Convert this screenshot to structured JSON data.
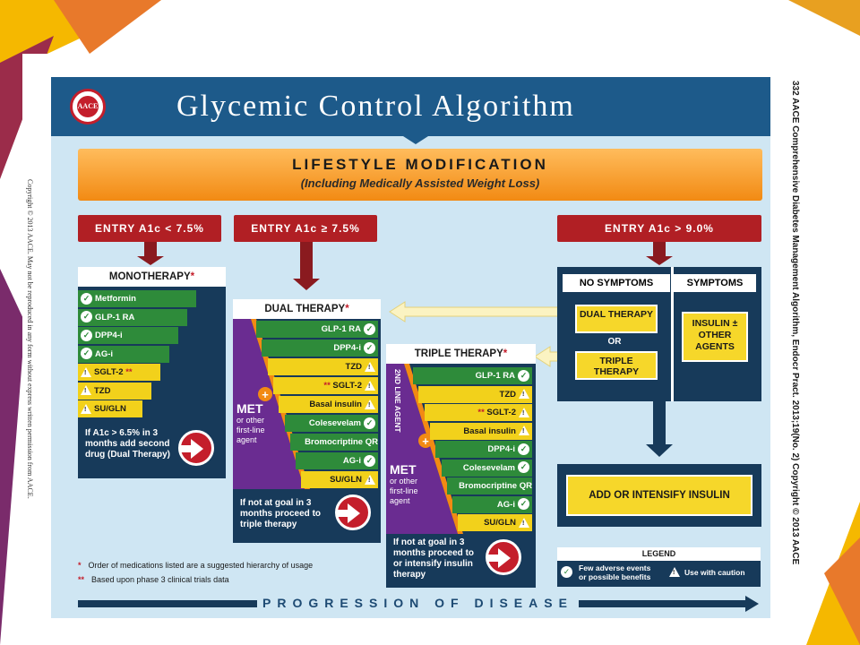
{
  "header": {
    "title": "Glycemic Control Algorithm",
    "logo_text": "AACE"
  },
  "lifestyle": {
    "line1": "LIFESTYLE MODIFICATION",
    "line2": "(Including Medically Assisted Weight Loss)"
  },
  "entries": {
    "low": "ENTRY A1c < 7.5%",
    "mid": "ENTRY A1c ≥ 7.5%",
    "high": "ENTRY A1c > 9.0%"
  },
  "monotherapy": {
    "title": "MONOTHERAPY",
    "items": [
      {
        "label": "Metformin",
        "kind": "good",
        "asterisk": ""
      },
      {
        "label": "GLP-1 RA",
        "kind": "good",
        "asterisk": ""
      },
      {
        "label": "DPP4-i",
        "kind": "good",
        "asterisk": ""
      },
      {
        "label": "AG-i",
        "kind": "good",
        "asterisk": ""
      },
      {
        "label": "SGLT-2",
        "kind": "caution",
        "asterisk": "**"
      },
      {
        "label": "TZD",
        "kind": "caution",
        "asterisk": ""
      },
      {
        "label": "SU/GLN",
        "kind": "caution",
        "asterisk": ""
      }
    ],
    "footer": "If A1c > 6.5% in 3 months add second drug (Dual Therapy)"
  },
  "dual": {
    "title": "DUAL THERAPY",
    "met_big": "MET",
    "met_small": "or other first-line agent",
    "items": [
      {
        "label": "GLP-1 RA",
        "kind": "good",
        "asterisk": ""
      },
      {
        "label": "DPP4-i",
        "kind": "good",
        "asterisk": ""
      },
      {
        "label": "TZD",
        "kind": "caution",
        "asterisk": ""
      },
      {
        "label": "SGLT-2",
        "kind": "caution",
        "asterisk": "**"
      },
      {
        "label": "Basal insulin",
        "kind": "caution",
        "asterisk": ""
      },
      {
        "label": "Colesevelam",
        "kind": "good",
        "asterisk": ""
      },
      {
        "label": "Bromocriptine QR",
        "kind": "good",
        "asterisk": ""
      },
      {
        "label": "AG-i",
        "kind": "good",
        "asterisk": ""
      },
      {
        "label": "SU/GLN",
        "kind": "caution",
        "asterisk": ""
      }
    ],
    "footer": "If not at goal in 3 months proceed to triple therapy"
  },
  "triple": {
    "title": "TRIPLE THERAPY",
    "second_line": "2ND LINE AGENT",
    "met_big": "MET",
    "met_small": "or other first-line agent",
    "items": [
      {
        "label": "GLP-1 RA",
        "kind": "good",
        "asterisk": ""
      },
      {
        "label": "TZD",
        "kind": "caution",
        "asterisk": ""
      },
      {
        "label": "SGLT-2",
        "kind": "caution",
        "asterisk": "**"
      },
      {
        "label": "Basal insulin",
        "kind": "caution",
        "asterisk": ""
      },
      {
        "label": "DPP4-i",
        "kind": "good",
        "asterisk": ""
      },
      {
        "label": "Colesevelam",
        "kind": "good",
        "asterisk": ""
      },
      {
        "label": "Bromocriptine QR",
        "kind": "good",
        "asterisk": ""
      },
      {
        "label": "AG-i",
        "kind": "good",
        "asterisk": ""
      },
      {
        "label": "SU/GLN",
        "kind": "caution",
        "asterisk": ""
      }
    ],
    "footer": "If not at goal in 3 months proceed to or intensify insulin therapy"
  },
  "high_entry": {
    "no_symptoms": "NO SYMPTOMS",
    "symptoms": "SYMPTOMS",
    "dual_box": "DUAL THERAPY",
    "or": "OR",
    "triple_box": "TRIPLE THERAPY",
    "insulin_box": "INSULIN ± OTHER AGENTS",
    "add_insulin": "ADD OR INTENSIFY INSULIN"
  },
  "notes": {
    "n1_mark": "*",
    "n1": "Order of medications listed are a suggested hierarchy of usage",
    "n2_mark": "**",
    "n2": "Based upon phase 3 clinical trials data"
  },
  "legend": {
    "title": "LEGEND",
    "good": "Few adverse events or possible benefits",
    "caution": "Use with caution"
  },
  "progression": "PROGRESSION OF DISEASE",
  "side_left": "Copyright © 2013 AACE. May not be reproduced in any form without express written permission from AACE.",
  "side_right": "332 AACE Comprehensive Diabetes Management Algorithm, Endocr Pract. 2013;19(No. 2) Copyright © 2013 AACE",
  "colors": {
    "navy": "#1d5a8a",
    "red": "#b11f24",
    "green": "#2e8b3a",
    "yellow": "#f2d11b",
    "purple": "#6a2c91",
    "orange": "#f28a13"
  }
}
